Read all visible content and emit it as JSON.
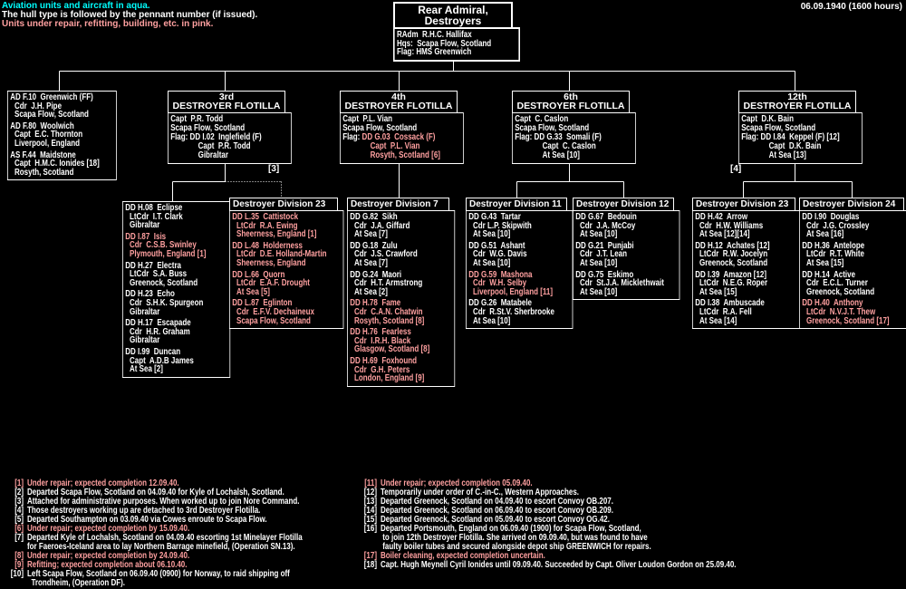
{
  "meta": {
    "date_label": "06.09.1940 (1600 hours)"
  },
  "colors": {
    "white": "#ffffff",
    "pink": "#ffa0a0",
    "aqua": "#00ffff",
    "background": "#000000",
    "line": "#ffffff"
  },
  "legend": {
    "lines": [
      {
        "text": "Aviation units and aircraft in aqua.",
        "color": "aqua"
      },
      {
        "text": "The hull type is followed by the pennant number (if issued).",
        "color": "white"
      },
      {
        "text": "Units under repair, refitting, building, etc. in pink.",
        "color": "pink"
      }
    ]
  },
  "root": {
    "title_lines": [
      "Rear Admiral,",
      "Destroyers"
    ],
    "details": [
      "RAdm  R.H.C. Hallifax",
      "Hqs:  Scapa Flow, Scotland",
      "Flag: HMS Greenwich"
    ]
  },
  "support_box": {
    "groups": [
      {
        "lines": [
          "AD F.10  Greenwich (FF)",
          "Cdr  J.H. Pipe",
          "Scapa Flow, Scotland"
        ],
        "pink": false
      },
      {
        "lines": [
          "AD F.80  Woolwich",
          "Capt  E.C. Thornton",
          "Liverpool, England"
        ],
        "pink": false
      },
      {
        "lines": [
          "AS F.44  Maidstone",
          "Capt  H.M.C. Ionides [18]",
          "Rosyth, Scotland"
        ],
        "pink": false
      }
    ]
  },
  "flotillas": [
    {
      "title_lines": [
        "3rd",
        "DESTROYER FLOTILLA"
      ],
      "details": [
        {
          "text": "Capt  P.R. Todd"
        },
        {
          "text": "Scapa Flow, Scotland"
        },
        {
          "pre": "Flag: ",
          "text": "DD I.02  Inglefield (F)",
          "pink": false
        },
        {
          "text": "Capt  P.R. Todd",
          "indent": true
        },
        {
          "text": "Gibraltar",
          "indent": true
        }
      ]
    },
    {
      "title_lines": [
        "4th",
        "DESTROYER FLOTILLA"
      ],
      "details": [
        {
          "text": "Capt  P.L. Vian"
        },
        {
          "text": "Scapa Flow, Scotland"
        },
        {
          "pre": "Flag: ",
          "text": "DD G.03  Cossack (F)",
          "pink": true
        },
        {
          "text": "Capt  P.L. Vian",
          "pink": true,
          "indent": true
        },
        {
          "text": "Rosyth, Scotland [6]",
          "pink": true,
          "indent": true
        }
      ]
    },
    {
      "title_lines": [
        "6th",
        "DESTROYER FLOTILLA"
      ],
      "details": [
        {
          "text": "Capt  C. Caslon"
        },
        {
          "text": "Scapa Flow, Scotland"
        },
        {
          "pre": "Flag: ",
          "text": "DD G.33  Somali (F)",
          "pink": false
        },
        {
          "text": "Capt  C. Caslon",
          "indent": true
        },
        {
          "text": "At Sea [10]",
          "indent": true
        }
      ]
    },
    {
      "title_lines": [
        "12th",
        "DESTROYER FLOTILLA"
      ],
      "details": [
        {
          "text": "Capt  D.K. Bain"
        },
        {
          "text": "Scapa Flow, Scotland"
        },
        {
          "pre": "Flag: ",
          "text": "DD I.84  Keppel (F) [12]",
          "pink": false
        },
        {
          "text": "Capt  D.K. Bain",
          "indent": true
        },
        {
          "text": "At Sea [13]",
          "indent": true
        }
      ]
    }
  ],
  "divisions": [
    {
      "header": null,
      "ships": [
        {
          "lines": [
            "DD H.08  Eclipse",
            "LtCdr  I.T. Clark",
            "Gibraltar"
          ],
          "pink": false
        },
        {
          "lines": [
            "DD I.87  Isis",
            "Cdr  C.S.B. Swinley",
            "Plymouth, England [1]"
          ],
          "pink": true
        },
        {
          "lines": [
            "DD H.27  Electra",
            "LtCdr  S.A. Buss",
            "Greenock, Scotland"
          ],
          "pink": false
        },
        {
          "lines": [
            "DD H.23  Echo",
            "Cdr  S.H.K. Spurgeon",
            "Gibraltar"
          ],
          "pink": false
        },
        {
          "lines": [
            "DD H.17  Escapade",
            "Cdr  H.R. Graham",
            "Gibraltar"
          ],
          "pink": false
        },
        {
          "lines": [
            "DD I.99  Duncan",
            "Capt  A.D.B James",
            "At Sea [2]"
          ],
          "pink": false
        }
      ]
    },
    {
      "header": "Destroyer Division 23",
      "ships": [
        {
          "lines": [
            "DD L.35  Cattistock",
            "LtCdr  R.A. Ewing",
            "Sheerness, England [1]"
          ],
          "pink": true
        },
        {
          "lines": [
            "DD L.48  Holderness",
            "LtCdr  D.E. Holland-Martin",
            "Sheerness, England"
          ],
          "pink": true
        },
        {
          "lines": [
            "DD L.66  Quorn",
            "LtCdr  E.A.F. Drought",
            "At Sea [5]"
          ],
          "pink": true
        },
        {
          "lines": [
            "DD L.87  Eglinton",
            "Cdr  E.F.V. Dechaineux",
            "Scapa Flow, Scotland"
          ],
          "pink": true
        }
      ]
    },
    {
      "header": "Destroyer Division 7",
      "ships": [
        {
          "lines": [
            "DD G.82  Sikh",
            "Cdr  J.A. Giffard",
            "At Sea [7]"
          ],
          "pink": false
        },
        {
          "lines": [
            "DD G.18  Zulu",
            "Cdr  J.S. Crawford",
            "At Sea [7]"
          ],
          "pink": false
        },
        {
          "lines": [
            "DD G.24  Maori",
            "Cdr  H.T. Armstrong",
            "At Sea [2]"
          ],
          "pink": false
        },
        {
          "lines": [
            "DD H.78  Fame",
            "Cdr  C.A.N. Chatwin",
            "Rosyth, Scotland [8]"
          ],
          "pink": true
        },
        {
          "lines": [
            "DD H.76  Fearless",
            "Cdr  I.R.H. Black",
            "Glasgow, Scotland [8]"
          ],
          "pink": true
        },
        {
          "lines": [
            "DD H.69  Foxhound",
            "Cdr  G.H. Peters",
            "London, England [9]"
          ],
          "pink": true
        }
      ]
    },
    {
      "header": "Destroyer Division 11",
      "ships": [
        {
          "lines": [
            "DD G.43  Tartar",
            "Cdr L.P. Skipwith",
            "At Sea [10]"
          ],
          "pink": false
        },
        {
          "lines": [
            "DD G.51  Ashant",
            "Cdr  W.G. Davis",
            "At Sea [10]"
          ],
          "pink": false
        },
        {
          "lines": [
            "DD G.59  Mashona",
            "Cdr  W.H. Selby",
            "Liverpool, England [11]"
          ],
          "pink": true
        },
        {
          "lines": [
            "DD G.26  Matabele",
            "Cdr  R.St.V. Sherbrooke",
            "At Sea [10]"
          ],
          "pink": false
        }
      ]
    },
    {
      "header": "Destroyer Division 12",
      "ships": [
        {
          "lines": [
            "DD G.67  Bedouin",
            "Cdr  J.A. McCoy",
            "At Sea [10]"
          ],
          "pink": false
        },
        {
          "lines": [
            "DD G.21  Punjabi",
            "Cdr  J.T. Lean",
            "At Sea [10]"
          ],
          "pink": false
        },
        {
          "lines": [
            "DD G.75  Eskimo",
            "Cdr  St.J.A. Micklethwait",
            "At Sea [10]"
          ],
          "pink": false
        }
      ]
    },
    {
      "header": "Destroyer Division 23",
      "ships": [
        {
          "lines": [
            "DD H.42  Arrow",
            "Cdr  H.W. Williams",
            "At Sea [12][14]"
          ],
          "pink": false
        },
        {
          "lines": [
            "DD H.12  Achates [12]",
            "LtCdr  R.W. Jocelyn",
            "Greenock, Scotland"
          ],
          "pink": false
        },
        {
          "lines": [
            "DD I.39  Amazon [12]",
            "LtCdr  N.E.G. Roper",
            "At Sea [15]"
          ],
          "pink": false
        },
        {
          "lines": [
            "DD I.38  Ambuscade",
            "LtCdr  R.A. Fell",
            "At Sea [14]"
          ],
          "pink": false
        }
      ]
    },
    {
      "header": "Destroyer Division 24",
      "ships": [
        {
          "lines": [
            "DD I.90  Douglas",
            "Cdr  J.G. Crossley",
            "At Sea [16]"
          ],
          "pink": false
        },
        {
          "lines": [
            "DD H.36  Antelope",
            "LtCdr  R.T. White",
            "At Sea [15]"
          ],
          "pink": false
        },
        {
          "lines": [
            "DD H.14  Active",
            "Cdr  E.C.L. Turner",
            "Greenock, Scotland"
          ],
          "pink": false
        },
        {
          "lines": [
            "DD H.40  Anthony",
            "LtCdr  N.V.J.T. Thew",
            "Greenock, Scotland [17]"
          ],
          "pink": true
        }
      ]
    }
  ],
  "branch_labels": [
    {
      "text": "[3]"
    },
    {
      "text": "[4]"
    }
  ],
  "footnotes": {
    "left": [
      {
        "num": "[1]",
        "lines": [
          "Under repair; expected completion 12.09.40."
        ],
        "pink": true
      },
      {
        "num": "[2]",
        "lines": [
          "Departed Scapa Flow, Scotland on 04.09.40 for Kyle of Lochalsh, Scotland."
        ],
        "pink": false
      },
      {
        "num": "[3]",
        "lines": [
          "Attached for administrative purposes. When worked up to join Nore Command."
        ],
        "pink": false
      },
      {
        "num": "[4]",
        "lines": [
          "Those destroyers working up are detached to 3rd Destroyer Flotilla."
        ],
        "pink": false
      },
      {
        "num": "[5]",
        "lines": [
          "Departed Southampton on 03.09.40 via Cowes enroute to Scapa Flow."
        ],
        "pink": false
      },
      {
        "num": "[6]",
        "lines": [
          "Under repair; expected completion by 15.09.40."
        ],
        "pink": true
      },
      {
        "num": "[7]",
        "lines": [
          "Departed Kyle of Lochalsh, Scotland on 04.09.40 escorting 1st Minelayer Flotilla",
          "for Faeroes-Iceland area to lay Northern Barrage minefield, (Operation SN.13)."
        ],
        "pink": false
      },
      {
        "num": "[8]",
        "lines": [
          "Under repair; expected completion by 24.09.40."
        ],
        "pink": true
      },
      {
        "num": "[9]",
        "lines": [
          "Refitting; expected completion about 06.10.40."
        ],
        "pink": true
      },
      {
        "num": "[10]",
        "lines": [
          "Left Scapa Flow, Scotland on 06.09.40 (0900) for Norway, to raid shipping off",
          "  Trondheim, (Operation DF)."
        ],
        "pink": false
      }
    ],
    "right": [
      {
        "num": "[11]",
        "lines": [
          "Under repair; expected completion 05.09.40."
        ],
        "pink": true
      },
      {
        "num": "[12]",
        "lines": [
          "Temporarily under order of C.-in-C., Western Approaches."
        ],
        "pink": false
      },
      {
        "num": "[13]",
        "lines": [
          "Departed Greenock, Scotland on 04.09.40 to escort Convoy OB.207."
        ],
        "pink": false
      },
      {
        "num": "[14]",
        "lines": [
          "Departed Greenock, Scotland on 06.09.40 to escort Convoy OB.209."
        ],
        "pink": false
      },
      {
        "num": "[15]",
        "lines": [
          "Departed Greenock, Scotland on 05.09.40 to escort Convoy OG.42."
        ],
        "pink": false
      },
      {
        "num": "[16]",
        "lines": [
          "Departed Portsmouth, England on 06.09.40 (1900) for Scapa Flow, Scotland,",
          " to join 12th Destroyer Flotilla. She arrived on 09.09.40, but was found to have",
          " faulty boiler tubes and secured alongside depot ship GREENWICH for repairs."
        ],
        "pink": false
      },
      {
        "num": "[17]",
        "lines": [
          "Boiler cleaning, expected completion uncertain."
        ],
        "pink": true
      },
      {
        "num": "[18]",
        "lines": [
          "Capt. Hugh Meynell Cyril Ionides until 09.09.40. Succeeded by Capt. Oliver Loudon Gordon on 25.09.40."
        ],
        "pink": false
      }
    ]
  }
}
